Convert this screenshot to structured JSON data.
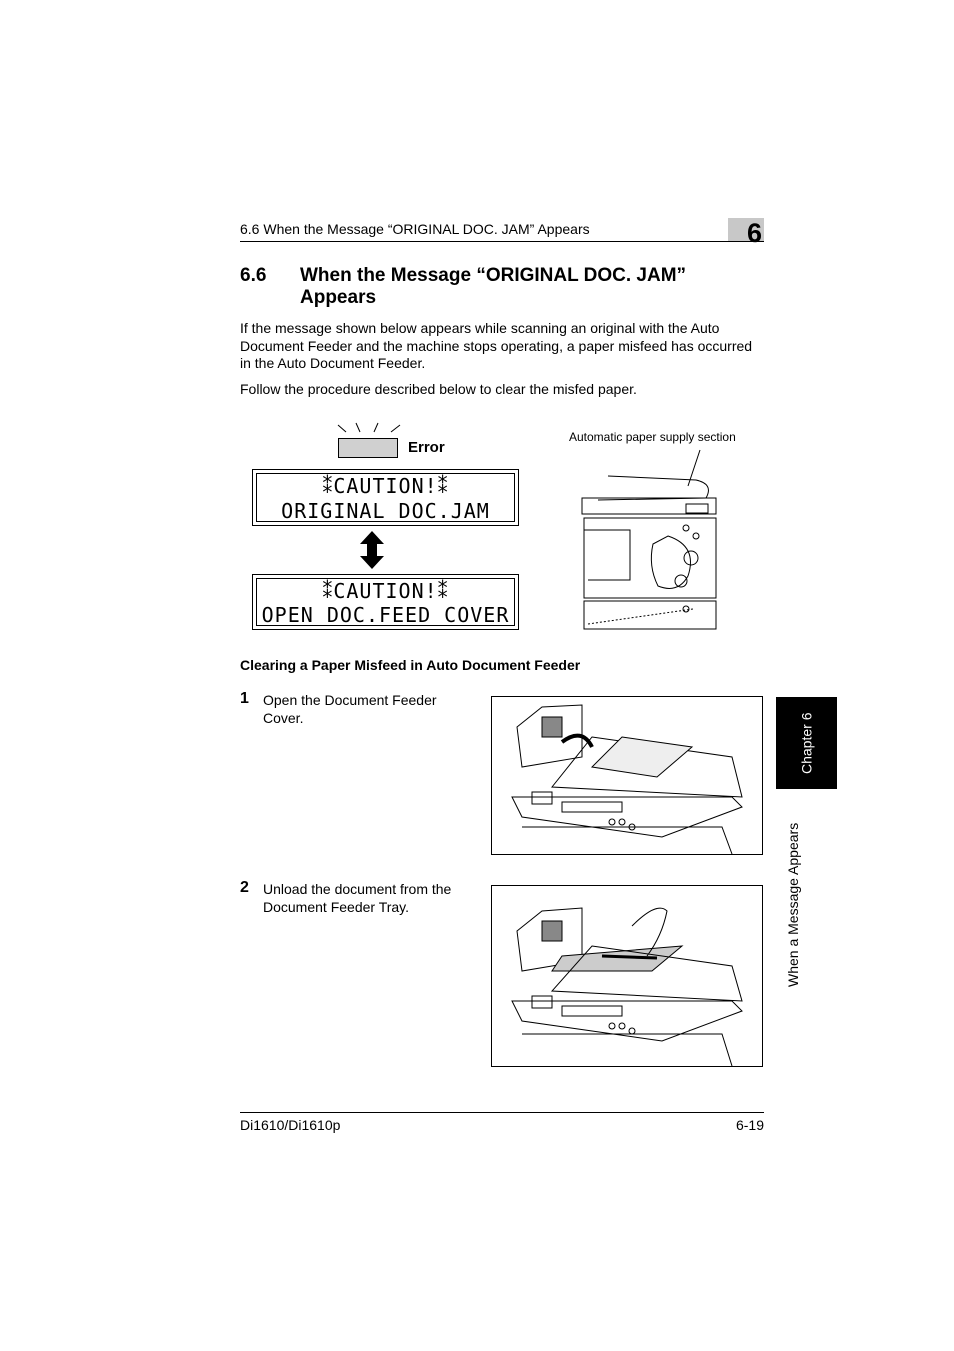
{
  "header": {
    "running_title": "6.6 When the Message “ORIGINAL DOC. JAM” Appears",
    "chapter_number": "6"
  },
  "section": {
    "number": "6.6",
    "title": "When the Message “ORIGINAL DOC. JAM” Appears"
  },
  "intro": {
    "paragraph1": "If the message shown below appears while scanning an original with the Auto Document Feeder and the machine stops operating, a paper misfeed has occurred in the Auto Document Feeder.",
    "paragraph2": "Follow the procedure described below to clear the misfed paper."
  },
  "panel": {
    "error_label": "Error",
    "display1": {
      "line1": "⁑CAUTION!⁑",
      "line2": "ORIGINAL DOC.JAM"
    },
    "display2": {
      "line1": "⁑CAUTION!⁑",
      "line2": "OPEN DOC.FEED COVER"
    }
  },
  "diagram": {
    "callout": "Automatic paper supply section"
  },
  "procedure": {
    "heading": "Clearing a Paper Misfeed in Auto Document Feeder",
    "steps": [
      {
        "number": "1",
        "text": "Open the Document Feeder Cover."
      },
      {
        "number": "2",
        "text": "Unload the document from the Document Feeder Tray."
      }
    ]
  },
  "side_tab": {
    "chapter": "Chapter 6",
    "category": "When a Message Appears"
  },
  "footer": {
    "model": "Di1610/Di1610p",
    "page": "6-19"
  },
  "icons": [
    "error-lamp-icon",
    "double-arrow-icon",
    "machine-cross-section-icon",
    "feeder-cover-open-illustration",
    "feeder-unload-illustration"
  ]
}
